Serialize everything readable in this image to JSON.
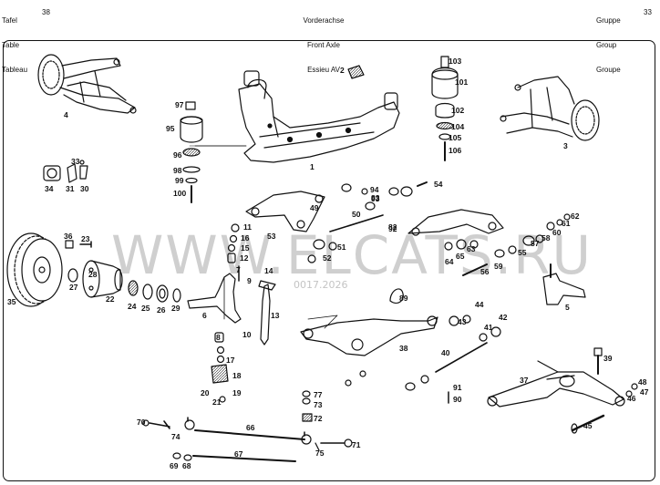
{
  "header": {
    "left": [
      "Tafel",
      "Table",
      "Tableau"
    ],
    "table_no": "38",
    "center": [
      "Vorderachse",
      "Front Axle",
      "Essieu AV"
    ],
    "right": [
      "Gruppe",
      "Group",
      "Groupe"
    ],
    "group_no": "33"
  },
  "watermark": {
    "text": "WWW.ELCATS.RU",
    "sub": "0017.2026"
  },
  "part_numbers": [
    "1",
    "2",
    "3",
    "4",
    "5",
    "6",
    "7",
    "8",
    "9",
    "10",
    "11",
    "12",
    "13",
    "14",
    "15",
    "16",
    "17",
    "18",
    "19",
    "20",
    "21",
    "22",
    "23",
    "24",
    "25",
    "26",
    "27",
    "28",
    "29",
    "30",
    "31",
    "33",
    "34",
    "35",
    "36",
    "37",
    "38",
    "39",
    "40",
    "41",
    "42",
    "43",
    "44",
    "45",
    "46",
    "47",
    "48",
    "49",
    "50",
    "51",
    "52",
    "53",
    "54",
    "55",
    "56",
    "57",
    "58",
    "59",
    "60",
    "61",
    "62",
    "63",
    "64",
    "65",
    "66",
    "67",
    "68",
    "69",
    "70",
    "71",
    "72",
    "73",
    "74",
    "75",
    "77",
    "82",
    "83",
    "89",
    "90",
    "91",
    "92",
    "93",
    "94",
    "95",
    "96",
    "97",
    "98",
    "99",
    "100",
    "101",
    "102",
    "103",
    "104",
    "105",
    "106"
  ]
}
